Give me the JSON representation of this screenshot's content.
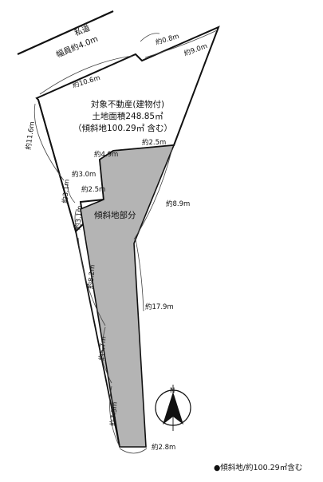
{
  "road": {
    "line1": "私道",
    "line2": "幅員約4.0m"
  },
  "property": {
    "title": "対象不動産(建物付)",
    "area": "土地面積248.85㎡",
    "slope_note": "（傾斜地100.29㎡ 含む）"
  },
  "slope_label": "傾斜地部分",
  "north": "N",
  "legend": "●傾斜地/約100.29㎡含む",
  "dimensions": [
    "約0.8m",
    "約9.0m",
    "約10.6m",
    "約11.6m",
    "約2.5m",
    "約4.9m",
    "約3.0m",
    "約3.1m",
    "約2.5m",
    "約8.9m",
    "約3.1m",
    "約8.2m",
    "約17.9m",
    "約5.7m",
    "約7.3m",
    "約2.8m"
  ],
  "colors": {
    "slope_fill": "#b4b4b4",
    "line": "#111111"
  }
}
